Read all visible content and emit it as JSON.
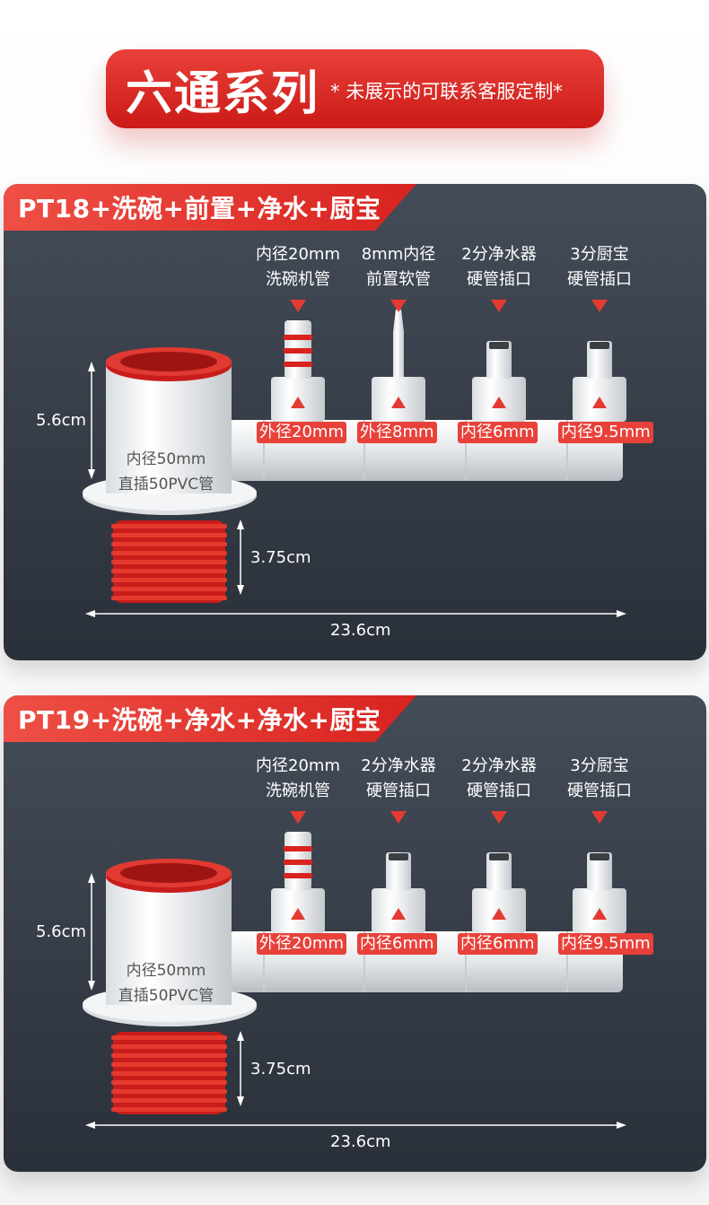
{
  "title": {
    "main": "六通系列",
    "sub": "* 未展示的可联系客服定制*"
  },
  "colors": {
    "accent": "#e33a32",
    "card": "#353c46",
    "pipe": "#e9ecef",
    "thread": "#d8231f"
  },
  "cards": [
    {
      "header": "PT18+洗碗+前置+净水+厨宝",
      "ports": [
        {
          "line1": "内径20mm",
          "line2": "洗碗机管",
          "badge": "外径20mm",
          "type": "quick"
        },
        {
          "line1": "8mm内径",
          "line2": "前置软管",
          "badge": "外径8mm",
          "type": "barb"
        },
        {
          "line1": "2分净水器",
          "line2": "硬管插口",
          "badge": "内径6mm",
          "type": "push"
        },
        {
          "line1": "3分厨宝",
          "line2": "硬管插口",
          "badge": "内径9.5mm",
          "type": "push"
        }
      ],
      "pipe_line1": "内径50mm",
      "pipe_line2": "直插50PVC管",
      "height": "5.6cm",
      "thread": "3.75cm",
      "width": "23.6cm"
    },
    {
      "header": "PT19+洗碗+净水+净水+厨宝",
      "ports": [
        {
          "line1": "内径20mm",
          "line2": "洗碗机管",
          "badge": "外径20mm",
          "type": "quick"
        },
        {
          "line1": "2分净水器",
          "line2": "硬管插口",
          "badge": "内径6mm",
          "type": "push"
        },
        {
          "line1": "2分净水器",
          "line2": "硬管插口",
          "badge": "内径6mm",
          "type": "push"
        },
        {
          "line1": "3分厨宝",
          "line2": "硬管插口",
          "badge": "内径9.5mm",
          "type": "push"
        }
      ],
      "pipe_line1": "内径50mm",
      "pipe_line2": "直插50PVC管",
      "height": "5.6cm",
      "thread": "3.75cm",
      "width": "23.6cm"
    }
  ]
}
